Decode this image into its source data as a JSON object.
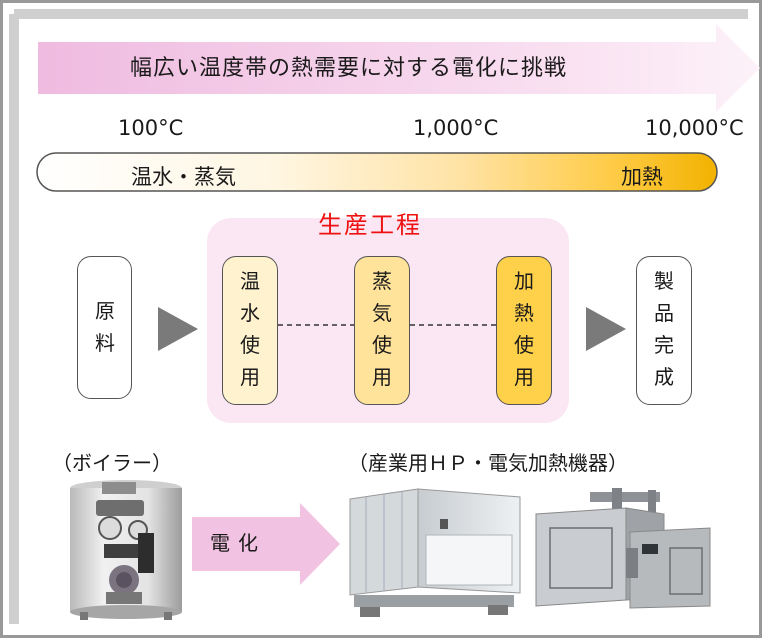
{
  "header": {
    "title": "幅広い温度帯の熱需要に対する電化に挑戦"
  },
  "temperature_scale": {
    "ticks": [
      "100°C",
      "1,000°C",
      "10,000°C"
    ],
    "low_label": "温水・蒸気",
    "high_label": "加熱"
  },
  "process": {
    "title": "生産工程",
    "raw_material": "原料",
    "steps": [
      "温水使用",
      "蒸気使用",
      "加熱使用"
    ],
    "product": "製品完成"
  },
  "equipment": {
    "before_label": "（ボイラー）",
    "after_label": "（産業用ＨＰ・電気加熱機器）",
    "arrow_label": "電化"
  },
  "colors": {
    "arrow_gradient": [
      "#f2c6e4",
      "#fdf0f8"
    ],
    "bar_gradient": [
      "#ffffff",
      "#f5b800"
    ],
    "process_bg": "#fbe6f4",
    "step_fill": [
      "#fff3cf",
      "#ffe39a",
      "#ffd04a"
    ],
    "title_red": "#ee1111"
  }
}
